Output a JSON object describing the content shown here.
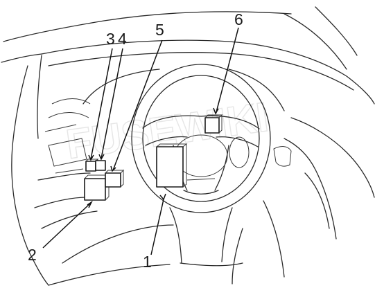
{
  "diagram": {
    "watermark": "FUSEWIKI",
    "callouts": [
      {
        "id": "1",
        "label": "1"
      },
      {
        "id": "2",
        "label": "2"
      },
      {
        "id": "3",
        "label": "3"
      },
      {
        "id": "4",
        "label": "4"
      },
      {
        "id": "5",
        "label": "5"
      },
      {
        "id": "6",
        "label": "6"
      }
    ]
  }
}
